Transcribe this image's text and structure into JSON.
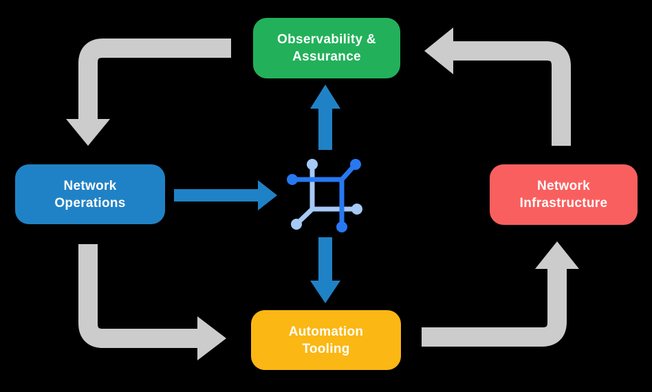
{
  "diagram": {
    "title": "Network automation cycle diagram",
    "background_color": "#000000",
    "nodes": {
      "observability": {
        "line1": "Observability &",
        "line2": "Assurance",
        "color": "#22B15A"
      },
      "operations": {
        "line1": "Network",
        "line2": "Operations",
        "color": "#2082C6"
      },
      "infrastructure": {
        "line1": "Network",
        "line2": "Infrastructure",
        "color": "#FA5F5F"
      },
      "automation": {
        "line1": "Automation",
        "line2": "Tooling",
        "color": "#FBB713"
      }
    },
    "colors": {
      "cycle_arrow": "#CCCCCC",
      "flow_arrow": "#2082C6",
      "icon_dark": "#2779F2",
      "icon_light": "#A6C9F6",
      "text": "#FFFFFF"
    },
    "icons": {
      "center": "network-mesh-icon"
    },
    "cycle_flow": [
      "Observability & Assurance -> Network Operations",
      "Network Operations -> Automation Tooling",
      "Automation Tooling -> Network Infrastructure",
      "Network Infrastructure -> Observability & Assurance"
    ],
    "center_flows": [
      "Network Operations -> center icon",
      "center icon -> Observability & Assurance",
      "center icon -> Automation Tooling"
    ]
  }
}
